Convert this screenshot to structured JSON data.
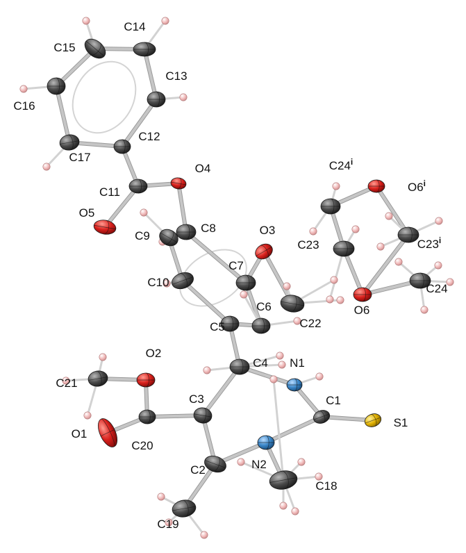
{
  "figure": {
    "element_colors": {
      "C": "#4a4a4a",
      "H": "#f0b8b8",
      "O": "#d8201c",
      "N": "#3a86c8",
      "S": "#e0b000"
    },
    "bond_color": "#c6c6c6",
    "atoms": [
      {
        "id": "C1",
        "el": "C",
        "label": "C1"
      },
      {
        "id": "C2",
        "el": "C",
        "label": "C2"
      },
      {
        "id": "C3",
        "el": "C",
        "label": "C3"
      },
      {
        "id": "C4",
        "el": "C",
        "label": "C4"
      },
      {
        "id": "C5",
        "el": "C",
        "label": "C5"
      },
      {
        "id": "C6",
        "el": "C",
        "label": "C6"
      },
      {
        "id": "C7",
        "el": "C",
        "label": "C7"
      },
      {
        "id": "C8",
        "el": "C",
        "label": "C8"
      },
      {
        "id": "C9",
        "el": "C",
        "label": "C9"
      },
      {
        "id": "C10",
        "el": "C",
        "label": "C10"
      },
      {
        "id": "C11",
        "el": "C",
        "label": "C11"
      },
      {
        "id": "C12",
        "el": "C",
        "label": "C12"
      },
      {
        "id": "C13",
        "el": "C",
        "label": "C13"
      },
      {
        "id": "C14",
        "el": "C",
        "label": "C14"
      },
      {
        "id": "C15",
        "el": "C",
        "label": "C15"
      },
      {
        "id": "C16",
        "el": "C",
        "label": "C16"
      },
      {
        "id": "C17",
        "el": "C",
        "label": "C17"
      },
      {
        "id": "C18",
        "el": "C",
        "label": "C18"
      },
      {
        "id": "C19",
        "el": "C",
        "label": "C19"
      },
      {
        "id": "C20",
        "el": "C",
        "label": "C20"
      },
      {
        "id": "C21",
        "el": "C",
        "label": "C21"
      },
      {
        "id": "C22",
        "el": "C",
        "label": "C22"
      },
      {
        "id": "C23",
        "el": "C",
        "label": "C23"
      },
      {
        "id": "C24",
        "el": "C",
        "label": "C24"
      },
      {
        "id": "C23i",
        "el": "C",
        "label": "C23",
        "sup": "i"
      },
      {
        "id": "C24i",
        "el": "C",
        "label": "C24",
        "sup": "i"
      },
      {
        "id": "N1",
        "el": "N",
        "label": "N1"
      },
      {
        "id": "N2",
        "el": "N",
        "label": "N2"
      },
      {
        "id": "O1",
        "el": "O",
        "label": "O1"
      },
      {
        "id": "O2",
        "el": "O",
        "label": "O2"
      },
      {
        "id": "O3",
        "el": "O",
        "label": "O3"
      },
      {
        "id": "O4",
        "el": "O",
        "label": "O4"
      },
      {
        "id": "O5",
        "el": "O",
        "label": "O5"
      },
      {
        "id": "O6",
        "el": "O",
        "label": "O6"
      },
      {
        "id": "O6i",
        "el": "O",
        "label": "O6",
        "sup": "i"
      },
      {
        "id": "S1",
        "el": "S",
        "label": "S1"
      }
    ]
  }
}
